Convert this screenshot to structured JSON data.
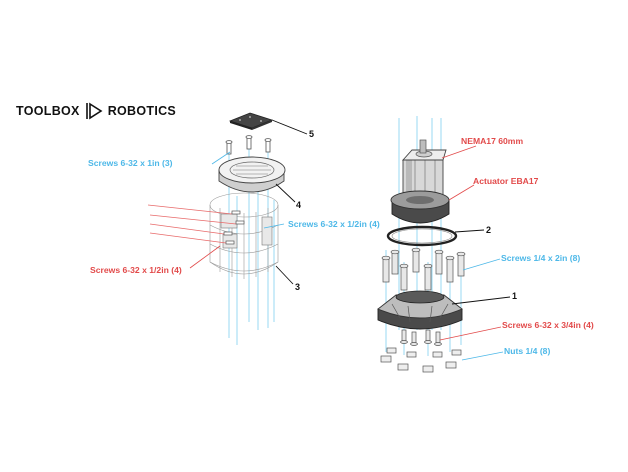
{
  "brand": {
    "left": "TOOLBOX",
    "right": "ROBOTICS"
  },
  "colors": {
    "screw_label": "#4db8e8",
    "motor_label": "#e24a4a",
    "callout": "#111111",
    "part_outline": "#555555",
    "part_fill": "#e6e6e6"
  },
  "left_assembly": {
    "labels": {
      "screws_1in": "Screws 6-32 x 1in (3)",
      "screws_half_in_blue": "Screws 6-32 x 1/2in (4)",
      "screws_half_in_red": "Screws 6-32 x 1/2in (4)"
    },
    "callouts": {
      "top_plate": "5",
      "cap": "4",
      "body": "3"
    }
  },
  "right_assembly": {
    "labels": {
      "motor": "NEMA17 60mm",
      "actuator": "Actuator EBA17",
      "screws_quarter": "Screws 1/4 x 2in (8)",
      "screws_three_quarter": "Screws 6-32 x 3/4in (4)",
      "nuts": "Nuts 1/4 (8)"
    },
    "callouts": {
      "gasket": "2",
      "base": "1"
    }
  }
}
